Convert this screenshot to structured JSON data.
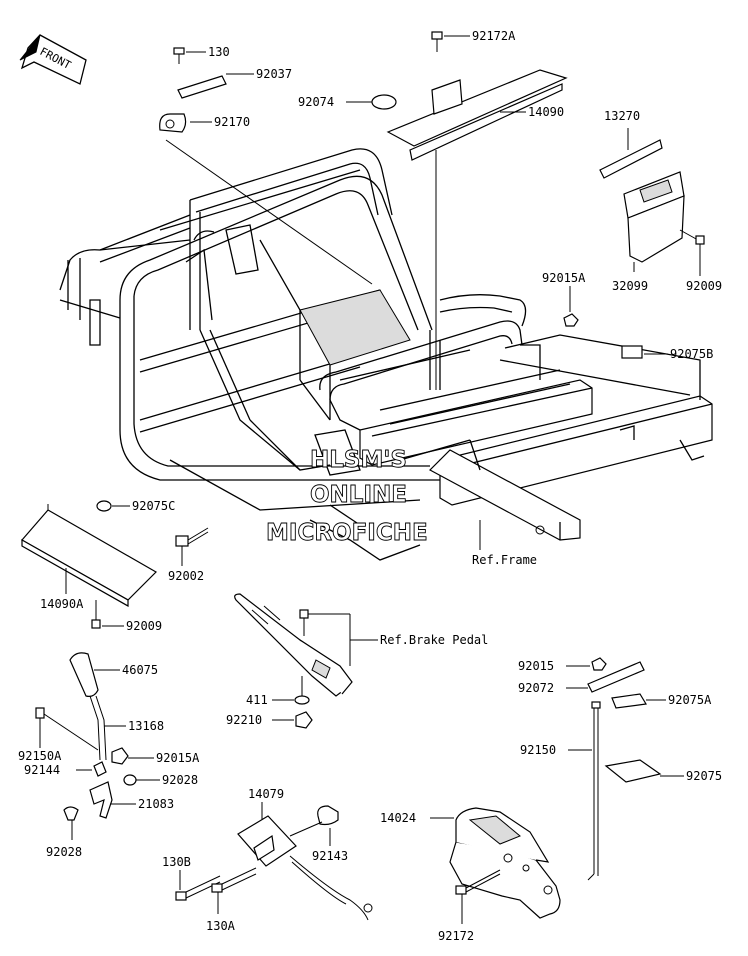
{
  "front_badge": "FRONT",
  "watermark": [
    "HLSM'S",
    "ONLINE",
    "MICROFICHE"
  ],
  "refs": {
    "frame": "Ref.Frame",
    "brake_pedal": "Ref.Brake Pedal"
  },
  "labels": {
    "p130": "130",
    "p92037": "92037",
    "p92170": "92170",
    "p92172A": "92172A",
    "p92074": "92074",
    "p14090": "14090",
    "p13270": "13270",
    "p32099": "32099",
    "p92009_top": "92009",
    "p92015A_top": "92015A",
    "p92075B": "92075B",
    "p92075C": "92075C",
    "p92002": "92002",
    "p14090A": "14090A",
    "p92009_mid": "92009",
    "p46075": "46075",
    "p13168": "13168",
    "p92150A": "92150A",
    "p92015A_bot": "92015A",
    "p92144": "92144",
    "p92028_a": "92028",
    "p21083": "21083",
    "p92028_b": "92028",
    "p411": "411",
    "p92210": "92210",
    "p14079": "14079",
    "p92143": "92143",
    "p130B": "130B",
    "p130A": "130A",
    "p92015": "92015",
    "p92072": "92072",
    "p92075A": "92075A",
    "p92150": "92150",
    "p92075": "92075",
    "p14024": "14024",
    "p92172": "92172"
  }
}
